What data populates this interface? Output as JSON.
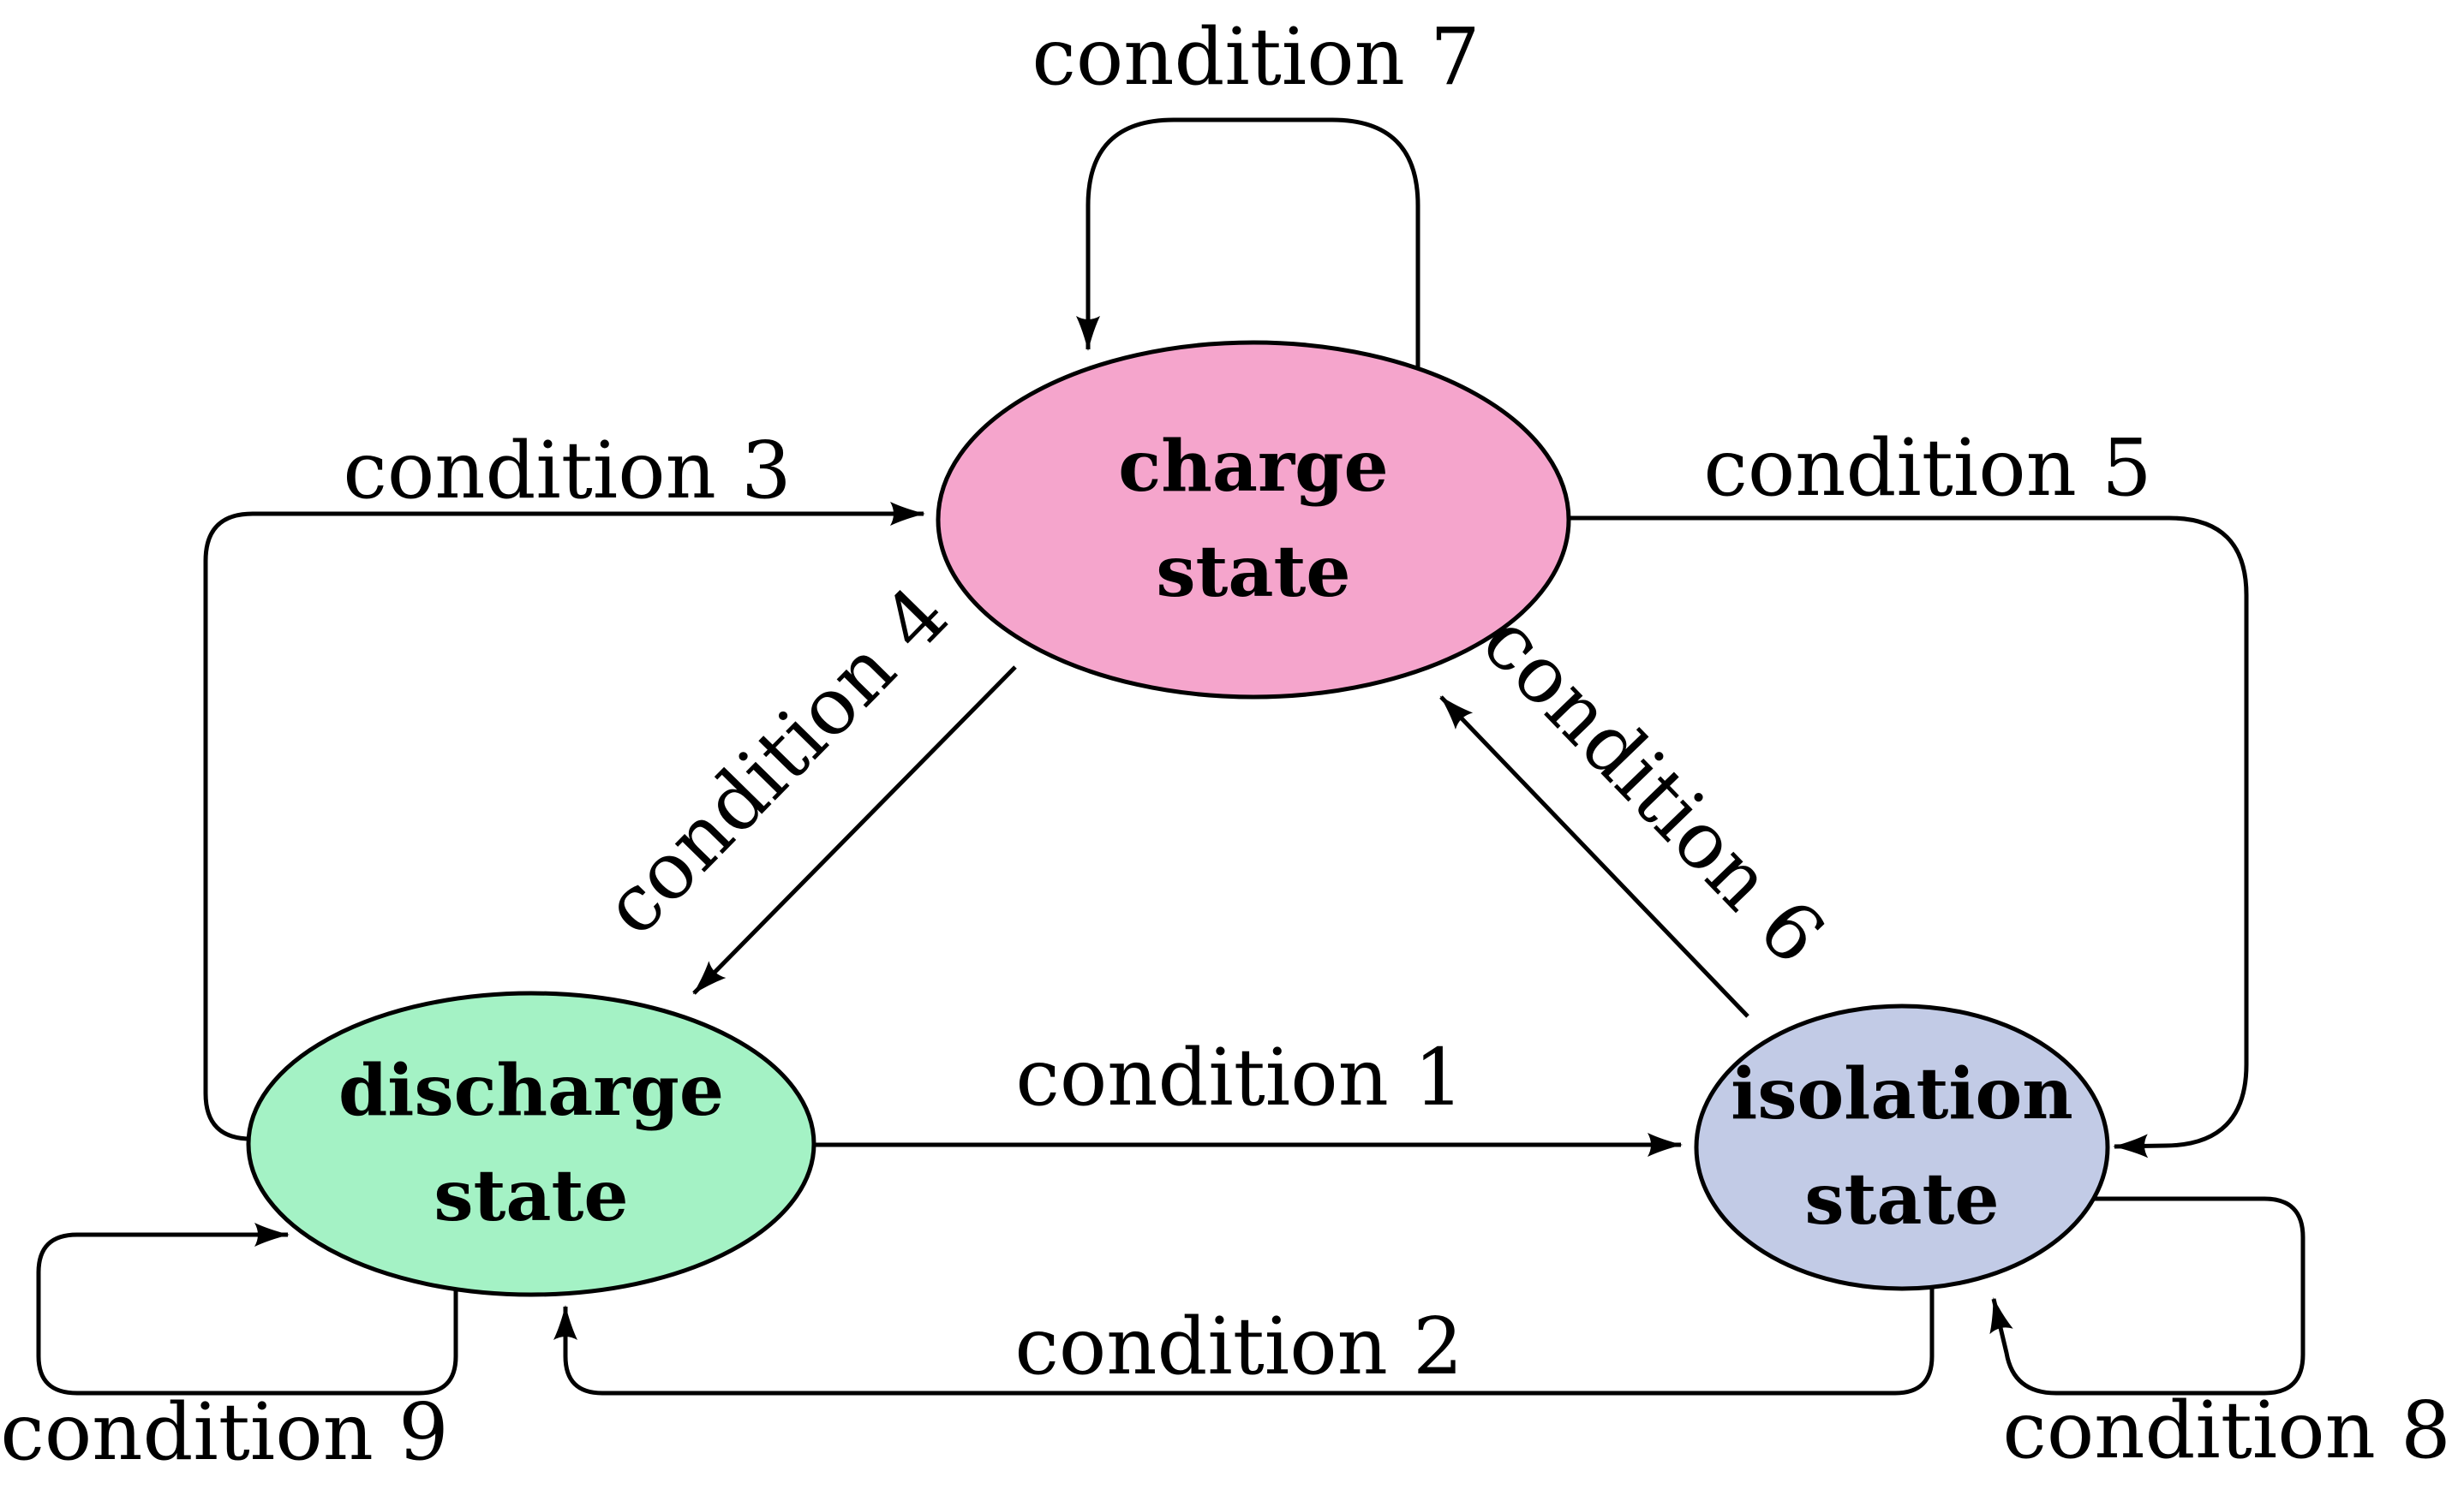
{
  "diagram": {
    "type": "state-machine",
    "background": "#FFFFFF",
    "stroke_color": "#000000",
    "states": [
      {
        "id": "charge-state",
        "label_line1": "charge",
        "label_line2": "state",
        "fill": "#F5A5CC"
      },
      {
        "id": "discharge-state",
        "label_line1": "discharge",
        "label_line2": "state",
        "fill": "#A4F2C5"
      },
      {
        "id": "isolation-state",
        "label_line1": "isolation",
        "label_line2": "state",
        "fill": "#C2CBE6"
      }
    ],
    "transitions": [
      {
        "label": "condition 1",
        "from": "discharge state",
        "to": "isolation state"
      },
      {
        "label": "condition 2",
        "from": "isolation state",
        "to": "discharge state"
      },
      {
        "label": "condition 3",
        "from": "discharge state",
        "to": "charge state"
      },
      {
        "label": "condition 4",
        "from": "charge state",
        "to": "discharge state"
      },
      {
        "label": "condition 5",
        "from": "charge state",
        "to": "isolation state"
      },
      {
        "label": "condition 6",
        "from": "isolation state",
        "to": "charge state"
      },
      {
        "label": "condition 7",
        "from": "charge state",
        "to": "charge state"
      },
      {
        "label": "condition 8",
        "from": "isolation state",
        "to": "isolation state"
      },
      {
        "label": "condition 9",
        "from": "discharge state",
        "to": "discharge state"
      }
    ]
  }
}
